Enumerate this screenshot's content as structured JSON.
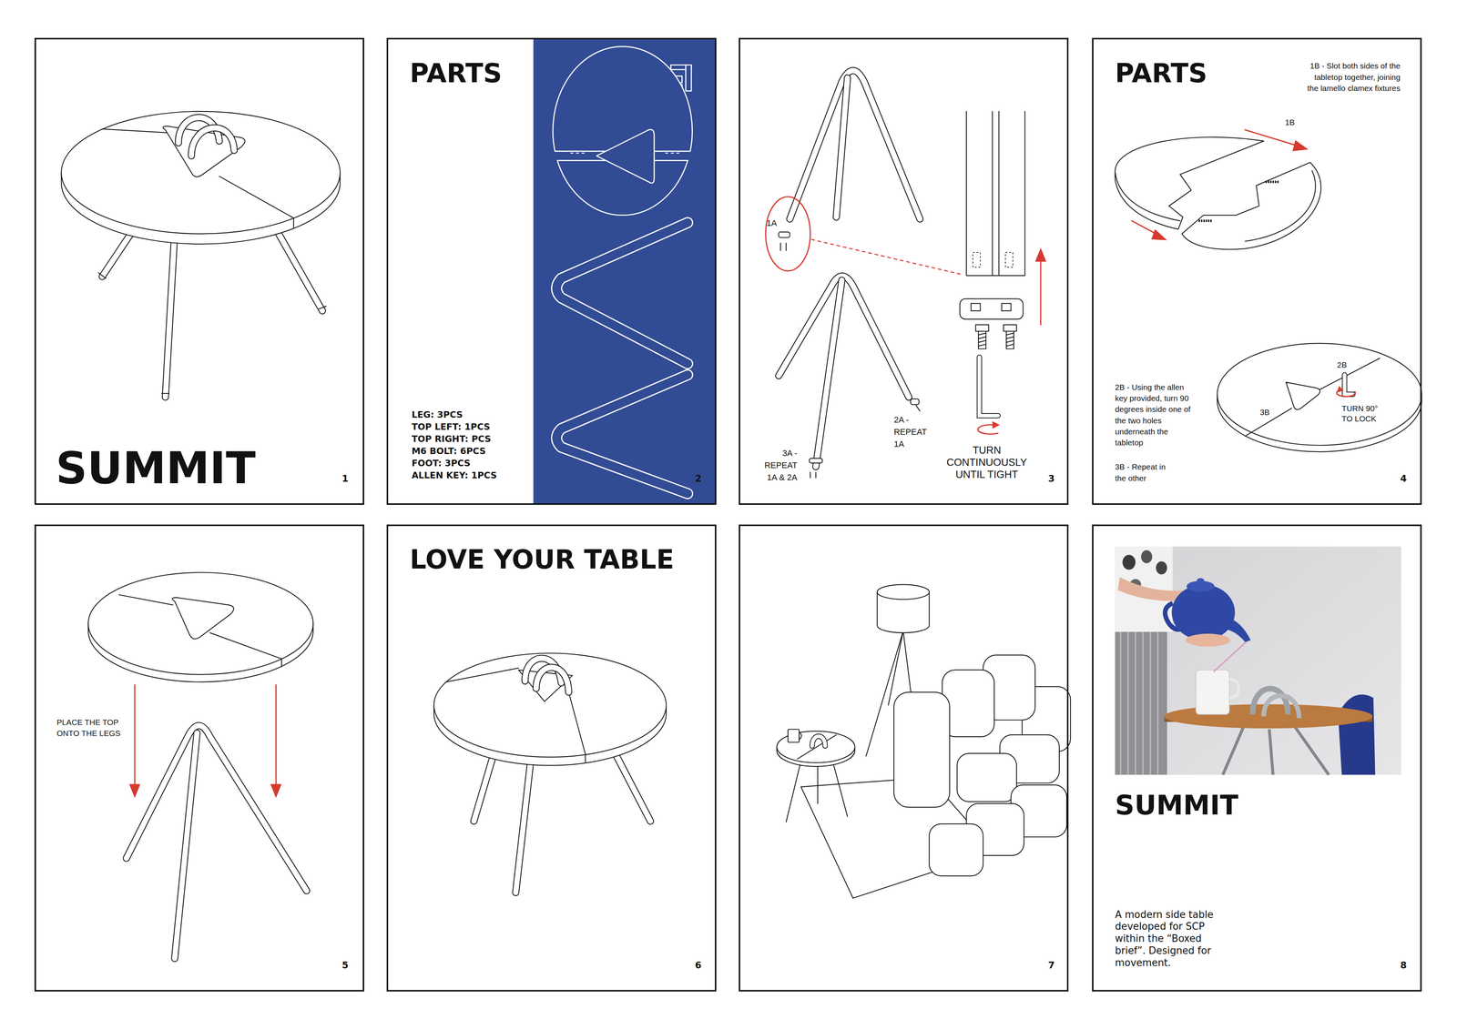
{
  "diagram": {
    "nodes": [
      {
        "text": [
          "SUMMIT",
          "1"
        ]
      },
      {
        "text": [
          "PARTS",
          "LEG: 3PCS",
          "TOP LEFT: 1PCS",
          "TOP RIGHT: PCS",
          "M6 BOLT: 6PCS",
          "FOOT: 3PCS",
          "ALLEN KEY: 1PCS",
          "2"
        ]
      },
      {
        "text": [
          "1A",
          "2A - REPEAT 1A",
          "3A - REPEAT 1A & 2A",
          "TURN CONTINUOUSLY UNTIL TIGHT",
          "3"
        ]
      },
      {
        "text": [
          "PARTS",
          "1B - Slot both sides of the tabletop together, joining the lamello clamex fixtures",
          "1B",
          "2B",
          "TURN 90° TO LOCK",
          "3B",
          "2B - Using the allen key provided, turn 90 degrees inside one of the two holes underneath the tabletop",
          "3B - Repeat in the other",
          "4"
        ]
      },
      {
        "text": [
          "PLACE THE TOP ONTO THE LEGS",
          "5"
        ]
      },
      {
        "text": [
          "LOVE YOUR TABLE",
          "6"
        ]
      },
      {
        "text": [
          "7"
        ]
      },
      {
        "text": [
          "SUMMIT",
          "A modern side table developed for SCP within the “Boxed brief”. Designed for movement.",
          "8"
        ]
      }
    ]
  }
}
